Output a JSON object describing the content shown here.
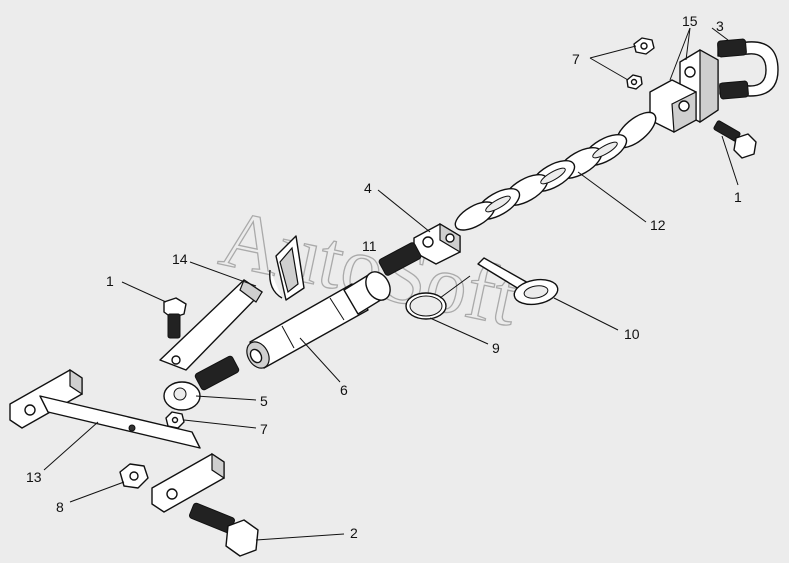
{
  "watermark": "AutoSoft",
  "callouts": {
    "c15": "15",
    "c3": "3",
    "c7a": "7",
    "c1a": "1",
    "c4": "4",
    "c11": "11",
    "c12": "12",
    "c14": "14",
    "c1b": "1",
    "c10": "10",
    "c9": "9",
    "c6": "6",
    "c5": "5",
    "c7b": "7",
    "c13": "13",
    "c8": "8",
    "c2": "2"
  }
}
